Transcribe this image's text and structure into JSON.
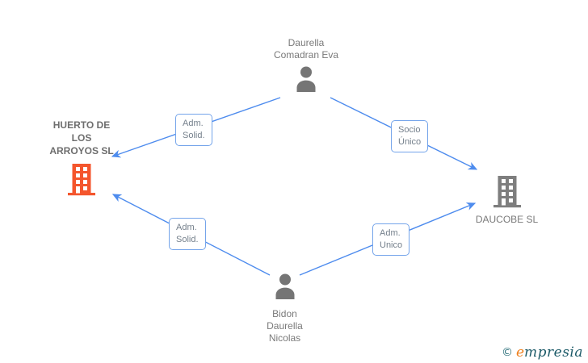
{
  "nodes": {
    "eva": {
      "line1": "Daurella",
      "line2": "Comadran Eva"
    },
    "huerto": {
      "line1": "HUERTO DE",
      "line2": "LOS",
      "line3": "ARROYOS SL"
    },
    "daucobe": {
      "label": "DAUCOBE SL"
    },
    "bidon": {
      "line1": "Bidon",
      "line2": "Daurella",
      "line3": "Nicolas"
    }
  },
  "edges": {
    "eva_huerto": {
      "line1": "Adm.",
      "line2": "Solid."
    },
    "eva_daucobe": {
      "line1": "Socio",
      "line2": "Único"
    },
    "bidon_huerto": {
      "line1": "Adm.",
      "line2": "Solid."
    },
    "bidon_daucobe": {
      "line1": "Adm.",
      "line2": "Unico"
    }
  },
  "logo": {
    "copyright": "©",
    "brand_initial": "e",
    "brand_rest": "mpresia"
  },
  "colors": {
    "arrow_blue": "#4E8CEE",
    "box_border_blue": "#74A4EA",
    "box_text_gray": "#75808C",
    "node_text_gray": "#7a7a7a",
    "company_highlight_orange": "#F4562D",
    "company_gray": "#7E7E7E",
    "person_gray": "#757575",
    "logo_orange": "#EE7F1C",
    "logo_teal": "#1C5A68"
  }
}
